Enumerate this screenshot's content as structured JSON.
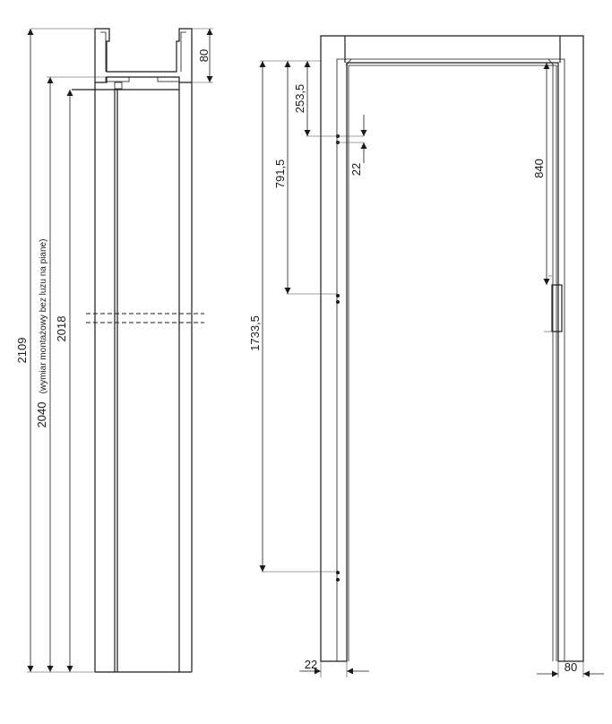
{
  "side_view": {
    "dim_total_height": "2109",
    "dim_mounting_height": "2040",
    "dim_mounting_note": "(wymiar montażowy bez luzu na piane)",
    "dim_inner_height": "2018",
    "dim_profile_depth": "80"
  },
  "front_view": {
    "dim_top_to_hinge1": "253,5",
    "dim_hinge_plate": "22",
    "dim_hinge1_to_hinge2": "791,5",
    "dim_top_to_hinge3": "1733,5",
    "dim_lock_height": "840",
    "dim_bottom_left": "22",
    "dim_bottom_right": "80"
  }
}
